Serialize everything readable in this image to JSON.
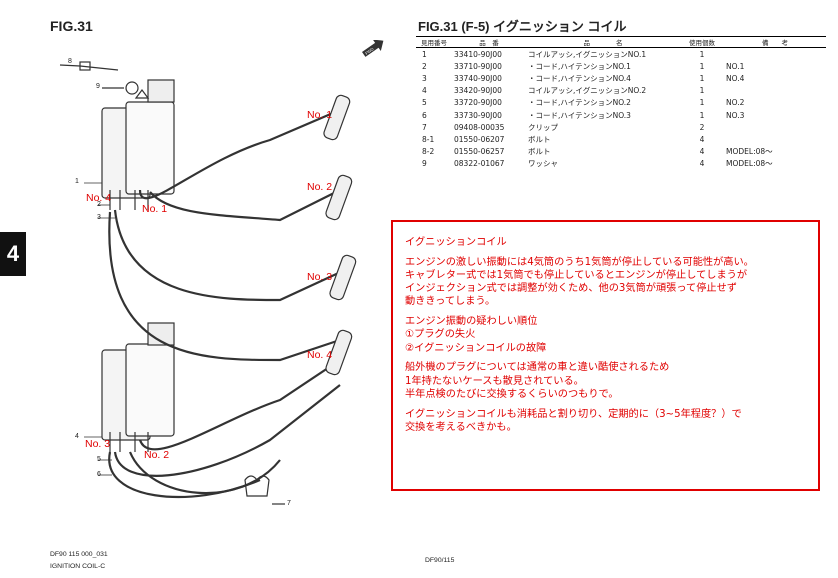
{
  "fig_left": "FIG.31",
  "fig_right": "FIG.31 (F-5) イグニッション コイル",
  "chapter_tab": "4",
  "table": {
    "headers": {
      "no": "見用番号",
      "pn": "品　番",
      "name": "品　　　　名",
      "qty": "使用個数",
      "remarks": "備　　考"
    },
    "rows": [
      {
        "no": "1",
        "pn": "33410-90J00",
        "name": "コイルアッシ,イグニッションNO.1",
        "qty": "1",
        "remarks": ""
      },
      {
        "no": "2",
        "pn": "33710-90J00",
        "name": "・コード,ハイテンションNO.1",
        "qty": "1",
        "remarks": "NO.1"
      },
      {
        "no": "3",
        "pn": "33740-90J00",
        "name": "・コード,ハイテンションNO.4",
        "qty": "1",
        "remarks": "NO.4"
      },
      {
        "no": "4",
        "pn": "33420-90J00",
        "name": "コイルアッシ,イグニッションNO.2",
        "qty": "1",
        "remarks": ""
      },
      {
        "no": "5",
        "pn": "33720-90J00",
        "name": "・コード,ハイテンションNO.2",
        "qty": "1",
        "remarks": "NO.2"
      },
      {
        "no": "6",
        "pn": "33730-90J00",
        "name": "・コード,ハイテンションNO.3",
        "qty": "1",
        "remarks": "NO.3"
      },
      {
        "no": "7",
        "pn": "09408-00035",
        "name": "クリップ",
        "qty": "2",
        "remarks": ""
      },
      {
        "no": "8-1",
        "pn": "01550-06207",
        "name": "ボルト",
        "qty": "4",
        "remarks": ""
      },
      {
        "no": "8-2",
        "pn": "01550-06257",
        "name": "ボルト",
        "qty": "4",
        "remarks": "MODEL:08～"
      },
      {
        "no": "9",
        "pn": "08322-01067",
        "name": "ワッシャ",
        "qty": "4",
        "remarks": "MODEL:08～"
      }
    ]
  },
  "memo": {
    "title": "イグニッションコイル",
    "para1": [
      "エンジンの激しい振動には4気筒のうち1気筒が停止している可能性が高い。",
      "キャブレター式では1気筒でも停止しているとエンジンが停止してしまうが",
      "インジェクション式では調整が効くため、他の3気筒が頑張って停止せず",
      "動ききってしまう。"
    ],
    "para2": [
      "エンジン振動の疑わしい順位",
      "①プラグの失火",
      "②イグニッションコイルの故障"
    ],
    "para3": [
      "船外機のプラグについては通常の車と違い酷使されるため",
      "1年持たないケースも散見されている。",
      "半年点検のたびに交換するくらいのつもりで。"
    ],
    "para4": [
      "イグニッションコイルも消耗品と割り切り、定期的に（3~5年程度？）で",
      "交換を考えるべきかも。"
    ]
  },
  "callouts": {
    "no1_plug": "No. 1",
    "no2_plug": "No. 2",
    "no3_plug": "No. 3",
    "no4_plug": "No. 4",
    "no4_coil": "No. 4",
    "no1_coil": "No. 1",
    "no3_coil": "No. 3",
    "no2_coil": "No. 2"
  },
  "diagram_numbers": {
    "n8": "8",
    "n9": "9",
    "n1": "1",
    "n2": "2",
    "n3": "3",
    "n4": "4",
    "n5": "5",
    "n6": "6",
    "n7": "7"
  },
  "fwd_label": "FWD",
  "footer": {
    "code": "DF90 115 000_031",
    "name": "IGNITION COIL-C",
    "center": "DF90/115"
  },
  "colors": {
    "accent_red": "#e00000"
  }
}
